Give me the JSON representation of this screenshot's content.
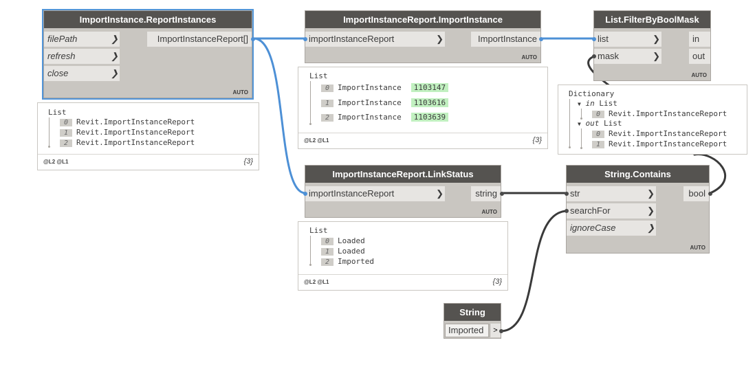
{
  "nodes": {
    "report_instances": {
      "title": "ImportInstance.ReportInstances",
      "inputs": [
        "filePath",
        "refresh",
        "close"
      ],
      "output": "ImportInstanceReport[]",
      "lacing": "AUTO"
    },
    "import_instance": {
      "title": "ImportInstanceReport.ImportInstance",
      "input": "importInstanceReport",
      "output": "ImportInstance",
      "lacing": "AUTO"
    },
    "filter_by_bool_mask": {
      "title": "List.FilterByBoolMask",
      "inputs": [
        "list",
        "mask"
      ],
      "outputs": [
        "in",
        "out"
      ],
      "lacing": "AUTO"
    },
    "link_status": {
      "title": "ImportInstanceReport.LinkStatus",
      "input": "importInstanceReport",
      "output": "string",
      "lacing": "AUTO"
    },
    "string_contains": {
      "title": "String.Contains",
      "inputs": [
        "str",
        "searchFor",
        "ignoreCase"
      ],
      "output": "bool",
      "lacing": "AUTO"
    },
    "string_input": {
      "title": "String",
      "value": "Imported",
      "button": ">"
    }
  },
  "previews": {
    "report_instances": {
      "header": "List",
      "items": [
        {
          "index": "0",
          "value": "Revit.ImportInstanceReport"
        },
        {
          "index": "1",
          "value": "Revit.ImportInstanceReport"
        },
        {
          "index": "2",
          "value": "Revit.ImportInstanceReport"
        }
      ],
      "levels": "@L2 @L1",
      "count": "{3}"
    },
    "import_instance": {
      "header": "List",
      "items": [
        {
          "index": "0",
          "label": "ImportInstance",
          "id": "1103147"
        },
        {
          "index": "1",
          "label": "ImportInstance",
          "id": "1103616"
        },
        {
          "index": "2",
          "label": "ImportInstance",
          "id": "1103639"
        }
      ],
      "levels": "@L2 @L1",
      "count": "{3}"
    },
    "link_status": {
      "header": "List",
      "items": [
        {
          "index": "0",
          "value": "Loaded"
        },
        {
          "index": "1",
          "value": "Loaded"
        },
        {
          "index": "2",
          "value": "Imported"
        }
      ],
      "levels": "@L2 @L1",
      "count": "{3}"
    },
    "filter_by_bool_mask": {
      "header": "Dictionary",
      "in_label": "in",
      "in_list": "List",
      "in_items": [
        {
          "index": "0",
          "value": "Revit.ImportInstanceReport"
        }
      ],
      "out_label": "out",
      "out_list": "List",
      "out_items": [
        {
          "index": "0",
          "value": "Revit.ImportInstanceReport"
        },
        {
          "index": "1",
          "value": "Revit.ImportInstanceReport"
        }
      ]
    }
  },
  "colors": {
    "selection": "#5295d8",
    "wire_blue": "#4d90d6",
    "wire_dark": "#3a3a3a",
    "node_header": "#555350",
    "node_body": "#c9c6c1",
    "highlight": "#c1f0c0"
  }
}
